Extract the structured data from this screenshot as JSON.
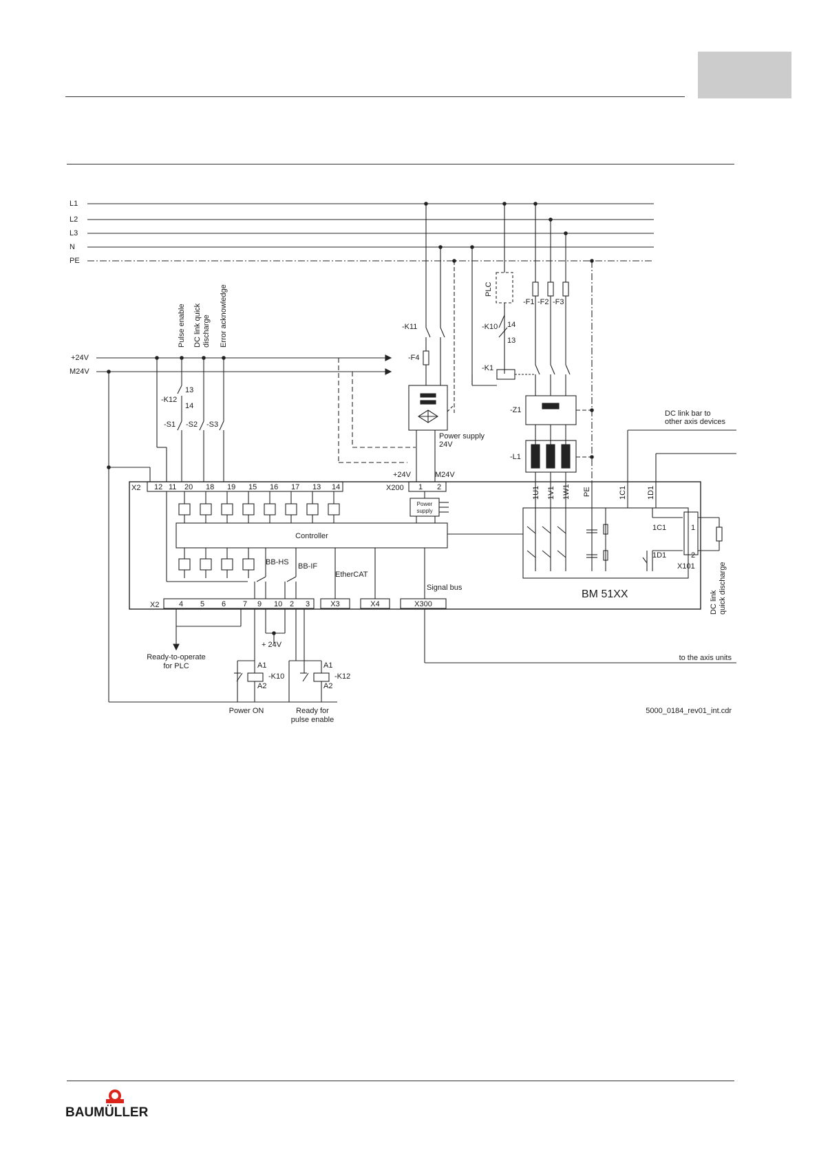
{
  "header": {
    "tab_color": "#cccccc"
  },
  "diagram": {
    "mains": {
      "l1": "L1",
      "l2": "L2",
      "l3": "L3",
      "n": "N",
      "pe": "PE"
    },
    "supply": {
      "plus24": "+24V",
      "m24": "M24V"
    },
    "inputs": {
      "pulse_enable": "Pulse enable",
      "dc_quick_1": "DC link quick",
      "dc_quick_2": "discharge",
      "error_ack": "Error acknowledge"
    },
    "components": {
      "k12": "-K12",
      "c13": "13",
      "c14": "14",
      "s1": "-S1",
      "s2": "-S2",
      "s3": "-S3",
      "k11": "-K11",
      "f4": "-F4",
      "plc": "PLC",
      "k10": "-K10",
      "k10_14": "14",
      "k10_13": "13",
      "k1": "-K1",
      "f1": "-F1",
      "f2": "-F2",
      "f3": "-F3",
      "z1": "-Z1",
      "l1c": "-L1",
      "psu_1": "Power supply",
      "psu_2": "24V"
    },
    "dc_bar": {
      "line1": "DC link bar to",
      "line2": "other axis devices"
    },
    "module": {
      "x2_top": "X2",
      "x2_bottom": "X2",
      "x200": "X200",
      "top_terms": [
        "12",
        "11",
        "20",
        "18",
        "19",
        "15",
        "16",
        "17",
        "13",
        "14"
      ],
      "bottom_terms": [
        "4",
        "5",
        "6",
        "7",
        "9",
        "10",
        "2",
        "3"
      ],
      "x200_plus": "+24V",
      "x200_minus": "M24V",
      "x200_t1": "1",
      "x200_t2": "2",
      "psu_a": "Power",
      "psu_b": "supply",
      "controller": "Controller",
      "bbhs": "BB-HS",
      "bbif": "BB-IF",
      "ethercat": "EtherCAT",
      "signal_bus": "Signal bus",
      "x3": "X3",
      "x4": "X4",
      "x300": "X300",
      "power_terms": [
        "1U1",
        "1V1",
        "1W1",
        "PE",
        "1C1",
        "1D1"
      ],
      "c1c1": "1C1",
      "c1d1": "1D1",
      "x101_1": "1",
      "x101_2": "2",
      "x101": "X101",
      "name": "BM 51XX"
    },
    "dc_quick": {
      "line1": "DC link",
      "line2": "quick discharge"
    },
    "outputs": {
      "ready_1": "Ready-to-operate",
      "ready_2": "for PLC",
      "plus24": "+ 24V",
      "a1": "A1",
      "a2": "A2",
      "k10": "-K10",
      "k12": "-K12",
      "power_on": "Power ON",
      "rdy_1": "Ready for",
      "rdy_2": "pulse enable",
      "axis_units": "to the axis units"
    },
    "file_ref": "5000_0184_rev01_int.cdr"
  },
  "footer": {
    "logo": "BAUMÜLLER",
    "logo_color": "#d9251c"
  }
}
